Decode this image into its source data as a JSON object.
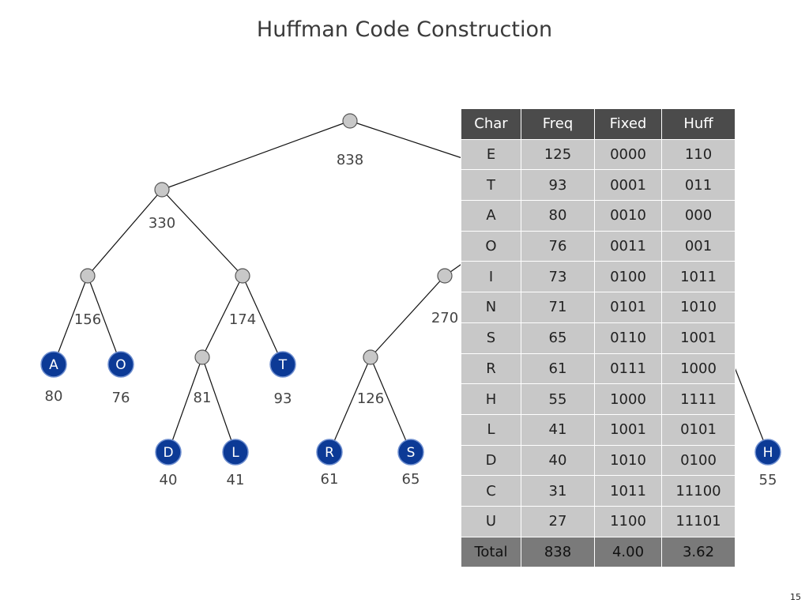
{
  "title": "Huffman Code Construction",
  "page_number": "15",
  "colors": {
    "leaf_fill": "#0c3a96",
    "inner_node_fill": "#c8c8c8",
    "table_header": "#4b4b4b",
    "table_cell": "#c8c8c8",
    "table_total": "#7a7a7a"
  },
  "tree": {
    "weights": {
      "root": "838",
      "n330": "330",
      "n156": "156",
      "n174": "174",
      "n270": "270",
      "n81": "81",
      "n126": "126"
    },
    "leaves": [
      {
        "key": "A",
        "label": "A",
        "freq": "80"
      },
      {
        "key": "O",
        "label": "O",
        "freq": "76"
      },
      {
        "key": "T",
        "label": "T",
        "freq": "93"
      },
      {
        "key": "D",
        "label": "D",
        "freq": "40"
      },
      {
        "key": "L",
        "label": "L",
        "freq": "41"
      },
      {
        "key": "R",
        "label": "R",
        "freq": "61"
      },
      {
        "key": "S",
        "label": "S",
        "freq": "65"
      },
      {
        "key": "H",
        "label": "H",
        "freq": "55"
      }
    ]
  },
  "table": {
    "headers": [
      "Char",
      "Freq",
      "Fixed",
      "Huff"
    ],
    "rows": [
      [
        "E",
        "125",
        "0000",
        "110"
      ],
      [
        "T",
        "93",
        "0001",
        "011"
      ],
      [
        "A",
        "80",
        "0010",
        "000"
      ],
      [
        "O",
        "76",
        "0011",
        "001"
      ],
      [
        "I",
        "73",
        "0100",
        "1011"
      ],
      [
        "N",
        "71",
        "0101",
        "1010"
      ],
      [
        "S",
        "65",
        "0110",
        "1001"
      ],
      [
        "R",
        "61",
        "0111",
        "1000"
      ],
      [
        "H",
        "55",
        "1000",
        "1111"
      ],
      [
        "L",
        "41",
        "1001",
        "0101"
      ],
      [
        "D",
        "40",
        "1010",
        "0100"
      ],
      [
        "C",
        "31",
        "1011",
        "11100"
      ],
      [
        "U",
        "27",
        "1100",
        "11101"
      ]
    ],
    "total": [
      "Total",
      "838",
      "4.00",
      "3.62"
    ]
  }
}
